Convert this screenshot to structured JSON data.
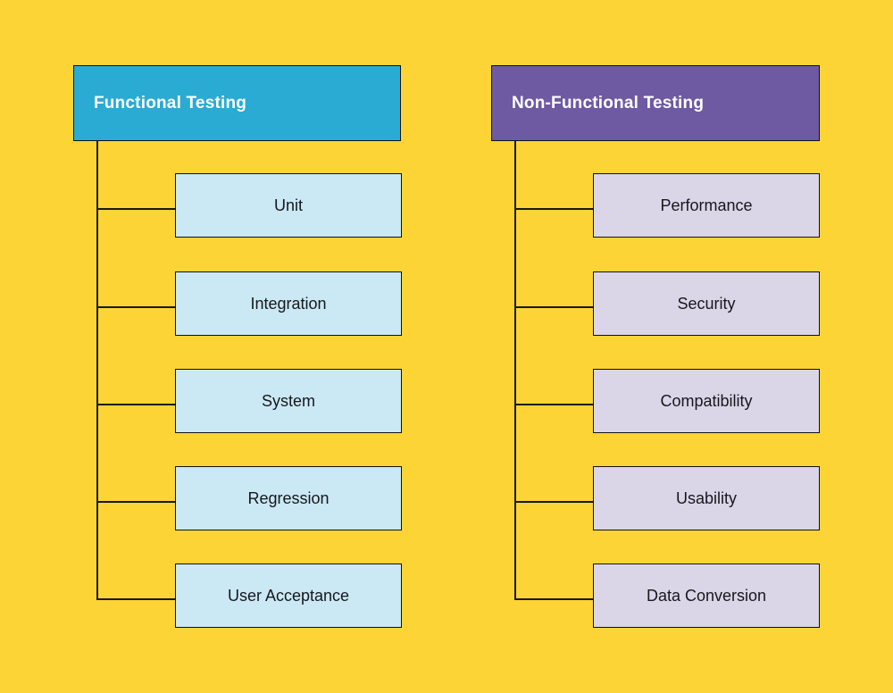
{
  "colors": {
    "background": "#FCD436",
    "functional_header_bg": "#29ABD4",
    "functional_child_bg": "#CAE9F5",
    "non_functional_header_bg": "#6E59A3",
    "non_functional_child_bg": "#DBD5E8",
    "header_text": "#FFFFFF",
    "node_text": "#17171C",
    "line": "#1A1A1A"
  },
  "functional": {
    "header": "Functional Testing",
    "children": [
      "Unit",
      "Integration",
      "System",
      "Regression",
      "User Acceptance"
    ]
  },
  "non_functional": {
    "header": "Non-Functional Testing",
    "children": [
      "Performance",
      "Security",
      "Compatibility",
      "Usability",
      "Data Conversion"
    ]
  }
}
